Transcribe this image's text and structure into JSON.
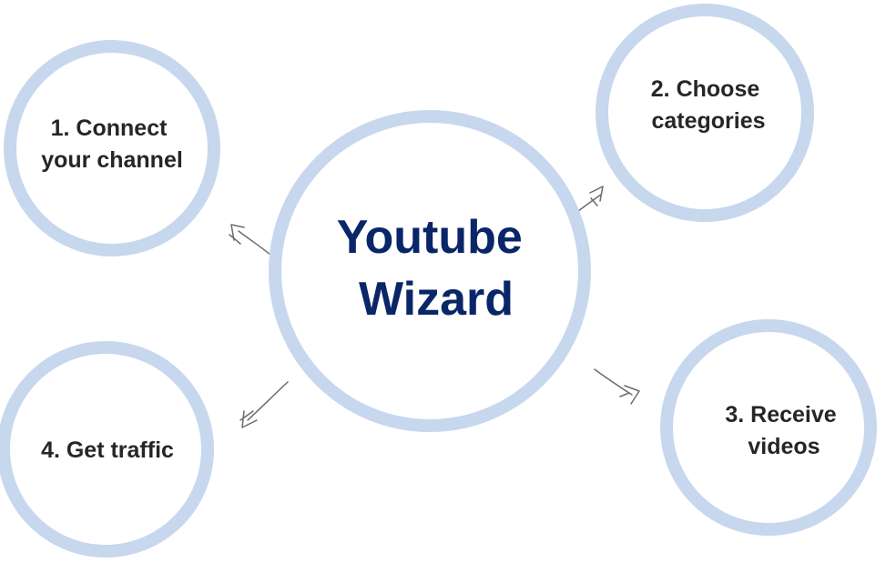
{
  "center": {
    "line1": "Youtube",
    "line2": "Wizard"
  },
  "steps": [
    {
      "line1": "1. Connect",
      "line2": "your channel"
    },
    {
      "line1": "2. Choose",
      "line2": "categories"
    },
    {
      "line1": "3. Receive",
      "line2": "videos"
    },
    {
      "line1": "4. Get traffic"
    }
  ],
  "colors": {
    "ring": "#c6d7ee",
    "center_text": "#0a2668",
    "step_text": "#262626",
    "arrow": "#6b6b6b"
  }
}
